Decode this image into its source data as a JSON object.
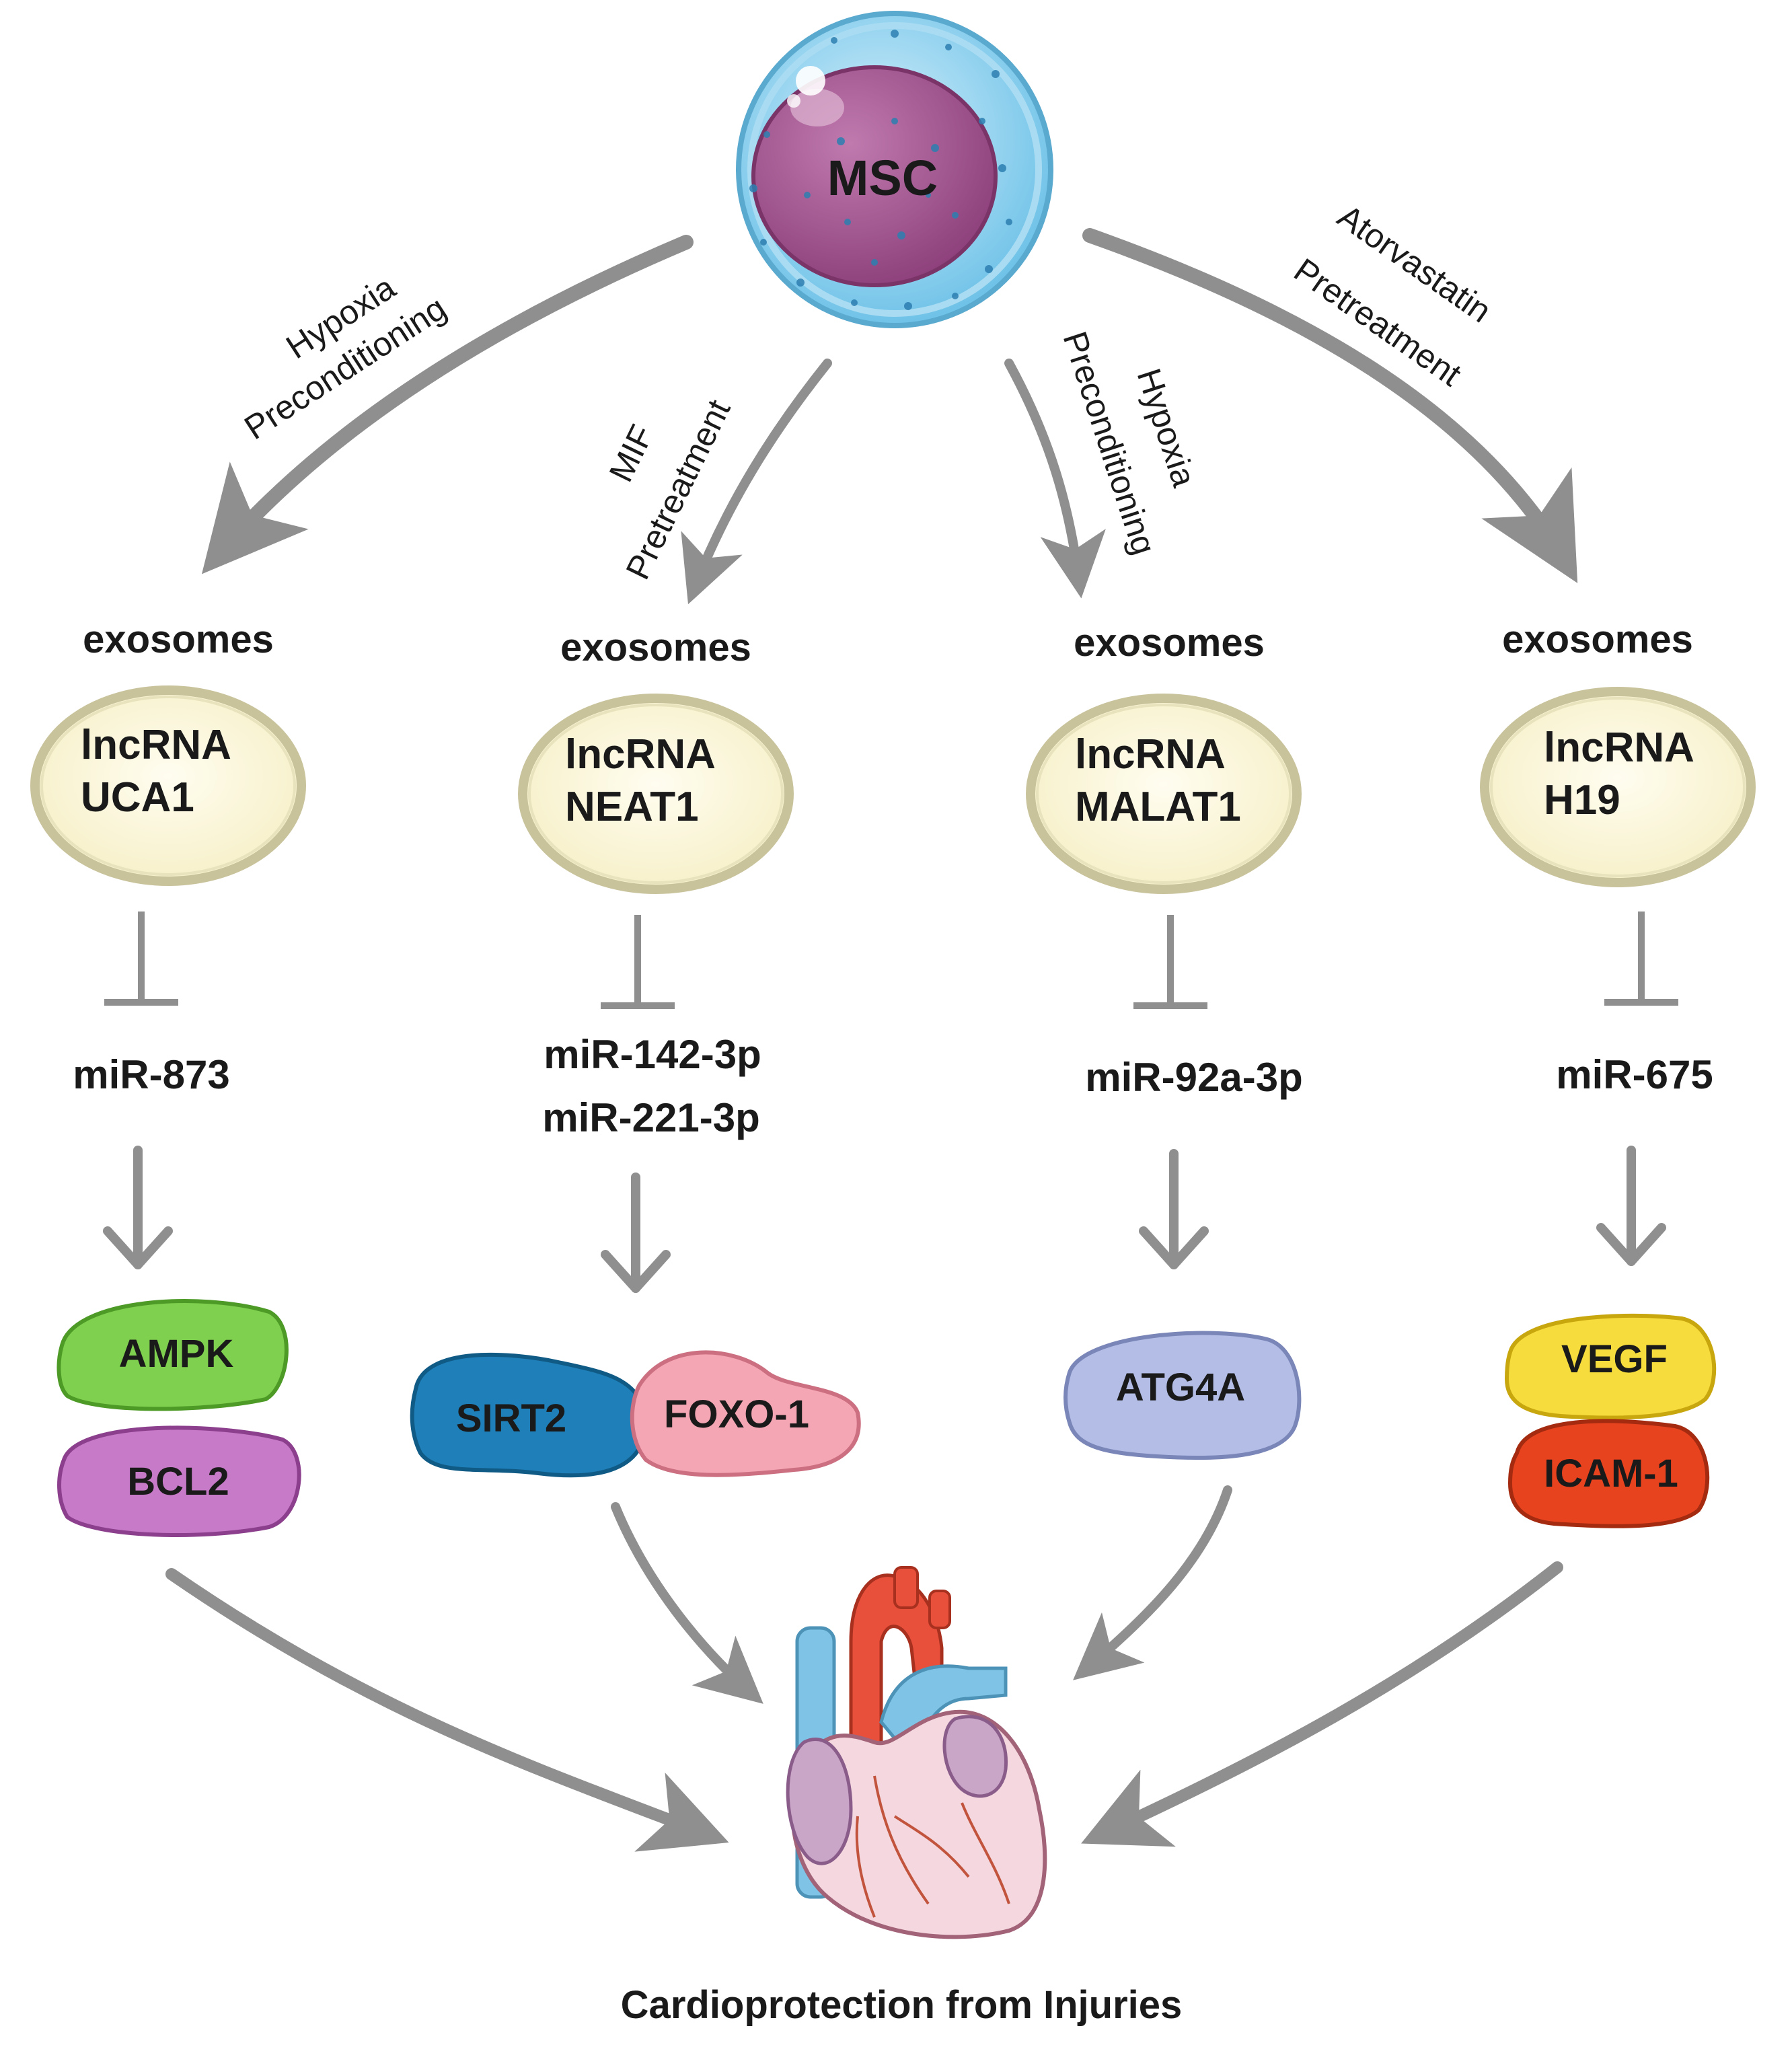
{
  "center_cell": {
    "label": "MSC"
  },
  "pathways": [
    {
      "condition": [
        "Hypoxia",
        "Preconditioning"
      ],
      "exosome_label": "exosomes",
      "lncrna": [
        "lncRNA",
        "UCA1"
      ],
      "mirnas": [
        "miR-873"
      ],
      "targets": [
        {
          "label": "AMPK",
          "color": "#7fd04e"
        },
        {
          "label": "BCL2",
          "color": "#c77ac8"
        }
      ]
    },
    {
      "condition": [
        "MIF",
        "Pretreatment"
      ],
      "exosome_label": "exosomes",
      "lncrna": [
        "lncRNA",
        "NEAT1"
      ],
      "mirnas": [
        "miR-142-3p",
        "miR-221-3p"
      ],
      "targets": [
        {
          "label": "SIRT2",
          "color": "#1f7fb8"
        },
        {
          "label": "FOXO-1",
          "color": "#f5a6b4"
        }
      ]
    },
    {
      "condition": [
        "Hypoxia",
        "Preconditioning"
      ],
      "exosome_label": "exosomes",
      "lncrna": [
        "lncRNA",
        "MALAT1"
      ],
      "mirnas": [
        "miR-92a-3p"
      ],
      "targets": [
        {
          "label": "ATG4A",
          "color": "#b3bde6"
        }
      ]
    },
    {
      "condition": [
        "Atorvastatin",
        "Pretreatment"
      ],
      "exosome_label": "exosomes",
      "lncrna": [
        "lncRNA",
        "H19"
      ],
      "mirnas": [
        "miR-675"
      ],
      "targets": [
        {
          "label": "VEGF",
          "color": "#f6dc3c"
        },
        {
          "label": "ICAM-1",
          "color": "#e8431f"
        }
      ]
    }
  ],
  "outcome": {
    "label": "Cardioprotection from Injuries"
  },
  "colors": {
    "arrow": "#8f8f8f",
    "exosome_fill": "#fbf6d8",
    "exosome_ring": "#c9c39c",
    "cell_outer": "#8fd3f0",
    "cell_nucleus": "#a6558f",
    "heart_red": "#e8503c",
    "heart_blue": "#7fc4e6",
    "heart_pink": "#f4d7df"
  },
  "icons": {
    "cell": "msc-cell-icon",
    "heart": "heart-icon"
  }
}
